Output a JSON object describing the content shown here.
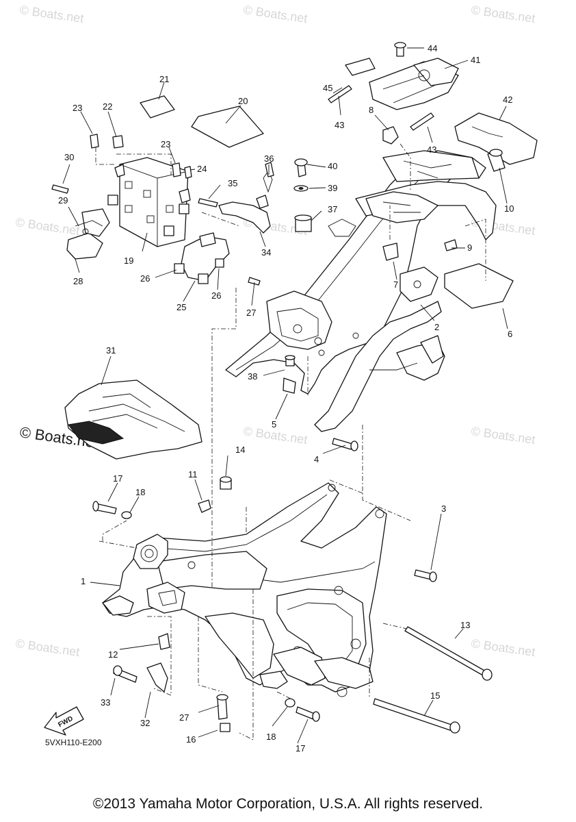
{
  "watermarks": {
    "small": "© Boats.net",
    "large": "© Boats.net"
  },
  "diagram_code": "5VXH110-E200",
  "fwd_label": "FWD",
  "footer": "©2013 Yamaha Motor Corporation, U.S.A. All rights reserved.",
  "callouts": [
    "1",
    "2",
    "3",
    "4",
    "5",
    "6",
    "7",
    "8",
    "9",
    "10",
    "11",
    "12",
    "13",
    "14",
    "15",
    "16",
    "17",
    "17",
    "18",
    "18",
    "19",
    "20",
    "21",
    "22",
    "23",
    "23",
    "24",
    "25",
    "26",
    "26",
    "27",
    "27",
    "28",
    "29",
    "30",
    "31",
    "32",
    "33",
    "34",
    "35",
    "36",
    "37",
    "38",
    "39",
    "40",
    "41",
    "42",
    "43",
    "43",
    "44",
    "45"
  ],
  "colors": {
    "line": "#111111",
    "watermark": "#d6d6d6",
    "background": "#ffffff"
  }
}
